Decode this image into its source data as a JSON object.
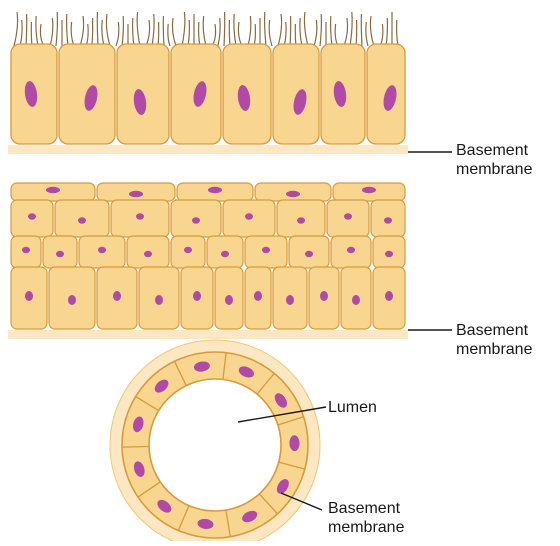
{
  "labels": {
    "basement_membrane_1": [
      "Basement",
      "membrane"
    ],
    "basement_membrane_2": [
      "Basement",
      "membrane"
    ],
    "lumen": "Lumen",
    "basement_membrane_3": [
      "Basement",
      "membrane"
    ]
  },
  "colors": {
    "cell_fill": "#f8d690",
    "cell_stroke": "#d89a3c",
    "nucleus": "#b04aa6",
    "membrane": "#fbe7c2",
    "cilia": "#8a6a40"
  }
}
